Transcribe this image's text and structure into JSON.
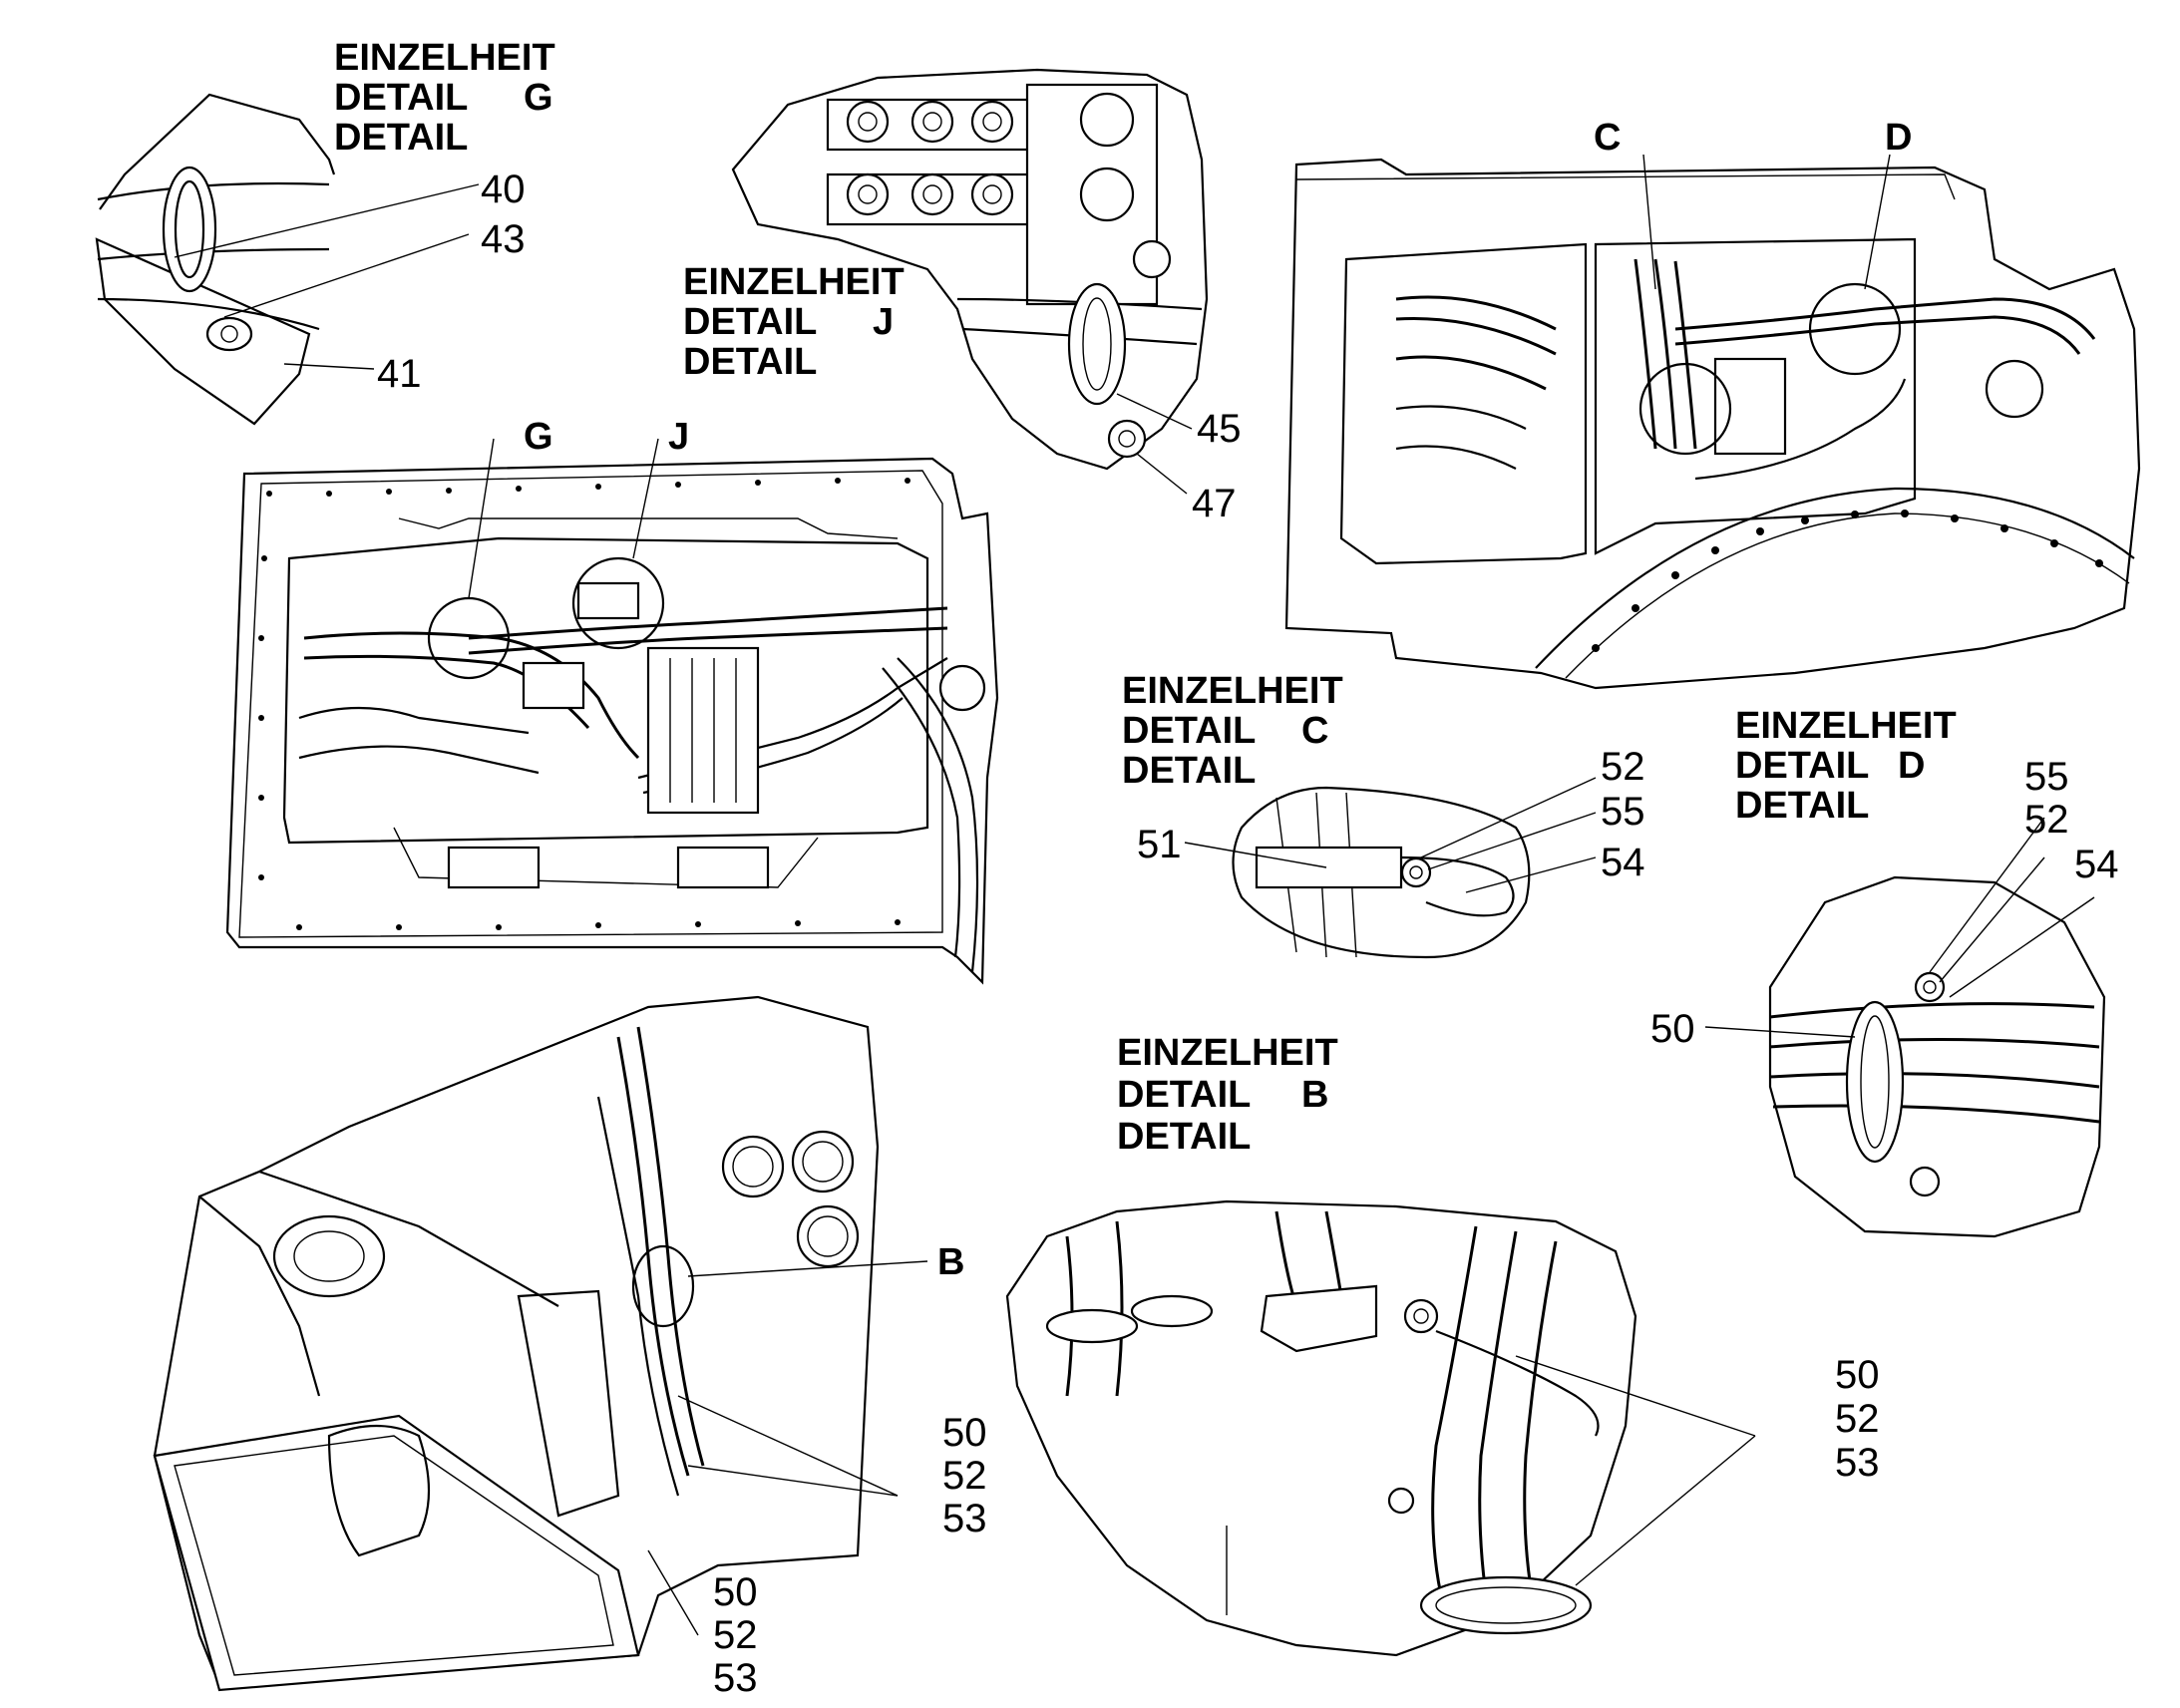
{
  "colors": {
    "line": "#000000",
    "background": "#ffffff"
  },
  "detail_g": {
    "title1": "EINZELHEIT",
    "title2": "DETAIL",
    "letter": "G",
    "title3": "DETAIL",
    "callouts": [
      "40",
      "43",
      "41"
    ]
  },
  "detail_j": {
    "title1": "EINZELHEIT",
    "title2": "DETAIL",
    "letter": "J",
    "title3": "DETAIL",
    "callouts": [
      "45",
      "47"
    ]
  },
  "detail_c": {
    "title1": "EINZELHEIT",
    "title2": "DETAIL",
    "letter": "C",
    "title3": "DETAIL",
    "callouts": [
      "52",
      "55",
      "51",
      "54"
    ]
  },
  "detail_d": {
    "title1": "EINZELHEIT",
    "title2": "DETAIL",
    "letter": "D",
    "title3": "DETAIL",
    "callouts": [
      "55",
      "52",
      "54",
      "50"
    ]
  },
  "detail_b": {
    "title1": "EINZELHEIT",
    "title2": "DETAIL",
    "letter": "B",
    "title3": "DETAIL",
    "callouts": [
      "50",
      "52",
      "53"
    ]
  },
  "main_view_refs": {
    "g": "G",
    "j": "J",
    "c": "C",
    "d": "D",
    "b": "B"
  },
  "main_view_callouts": {
    "group_a": [
      "50",
      "52",
      "53"
    ],
    "group_b": [
      "50",
      "52",
      "53"
    ]
  }
}
